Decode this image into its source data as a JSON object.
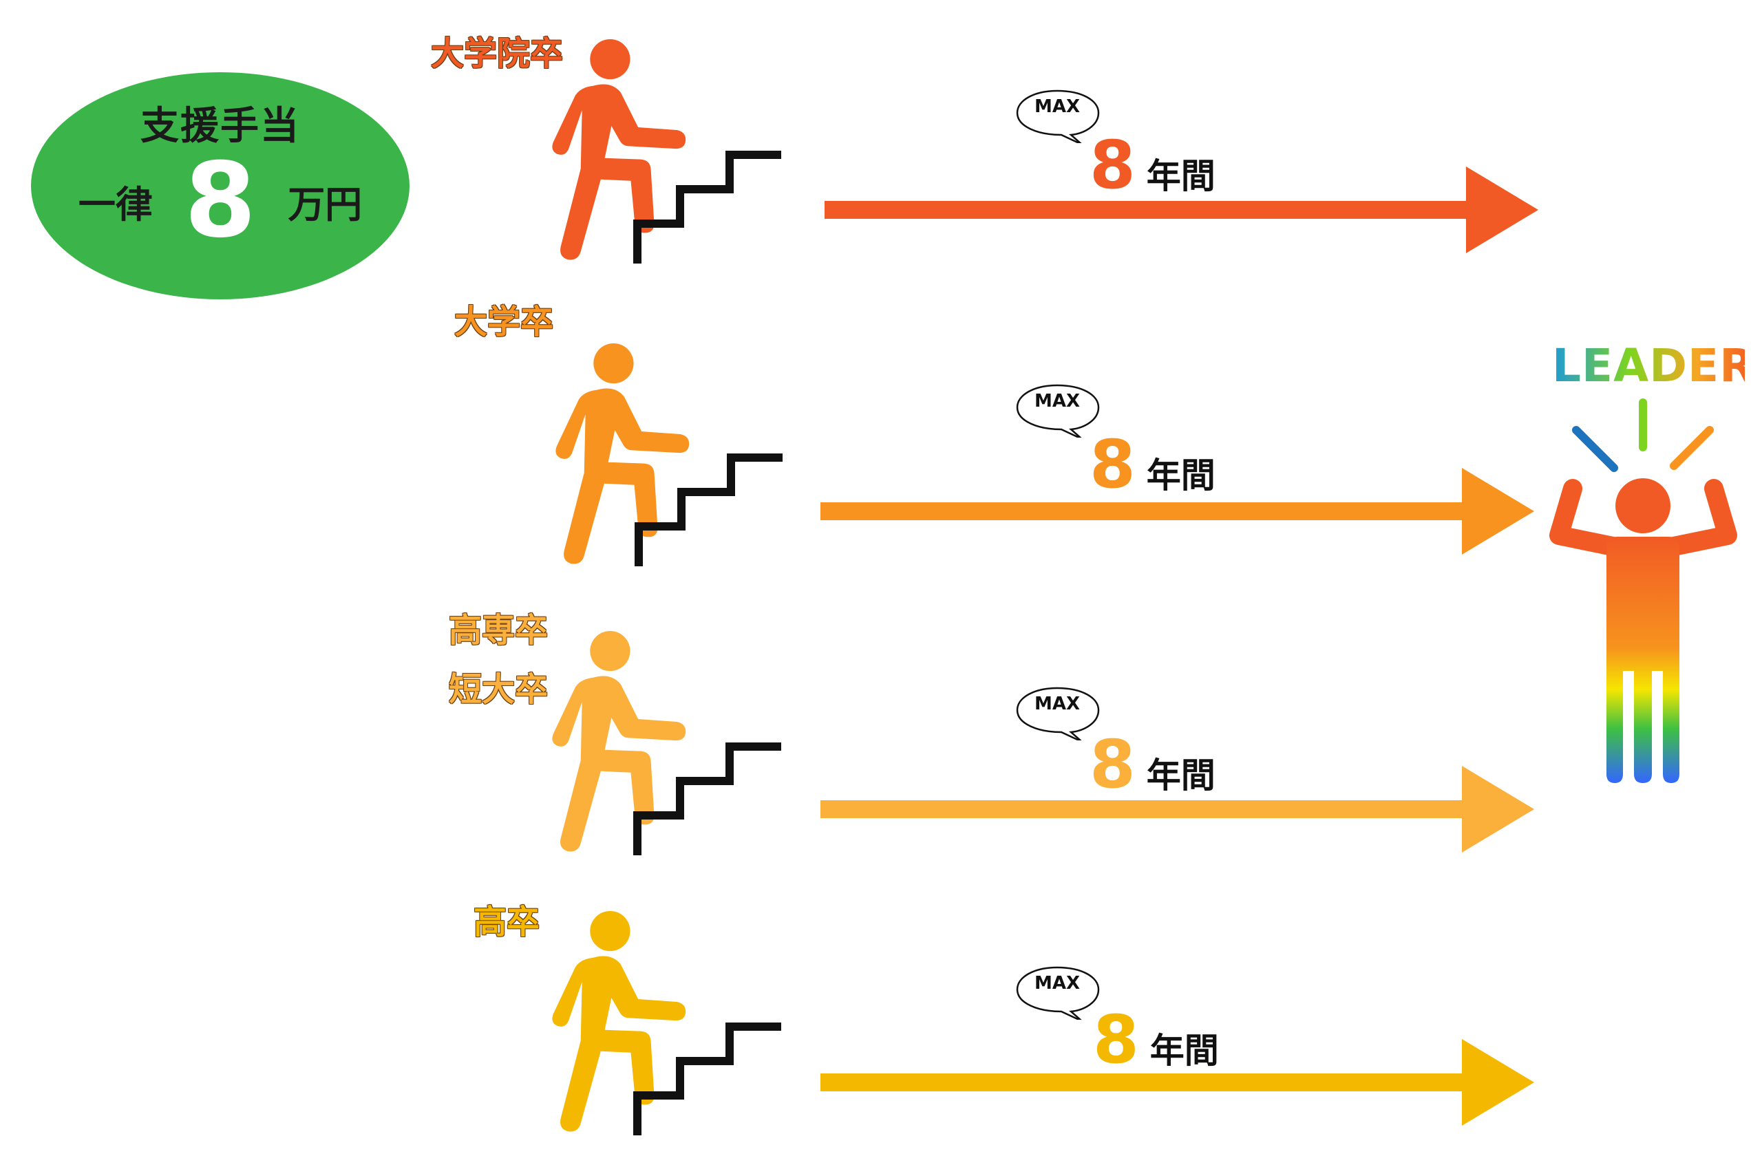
{
  "badge": {
    "title": "支援手当",
    "prefix": "一律",
    "amount": "8",
    "unit": "万円",
    "color": "#3bb54a"
  },
  "tiers": [
    {
      "labels": [
        "大学院卒"
      ],
      "max_label": "MAX",
      "years": "8",
      "years_unit": "年間",
      "color": "#f15a24"
    },
    {
      "labels": [
        "大学卒"
      ],
      "max_label": "MAX",
      "years": "8",
      "years_unit": "年間",
      "color": "#f7931e"
    },
    {
      "labels": [
        "高専卒",
        "短大卒"
      ],
      "max_label": "MAX",
      "years": "8",
      "years_unit": "年間",
      "color": "#fbb03b"
    },
    {
      "labels": [
        "高卒"
      ],
      "max_label": "MAX",
      "years": "8",
      "years_unit": "年間",
      "color": "#f5b800"
    }
  ],
  "leader": {
    "title": "LEADER",
    "icon": "cheering-person-icon"
  },
  "icons": [
    "person-climbing-stairs-icon",
    "stairs-icon",
    "arrow-right-icon",
    "speech-bubble-icon"
  ]
}
